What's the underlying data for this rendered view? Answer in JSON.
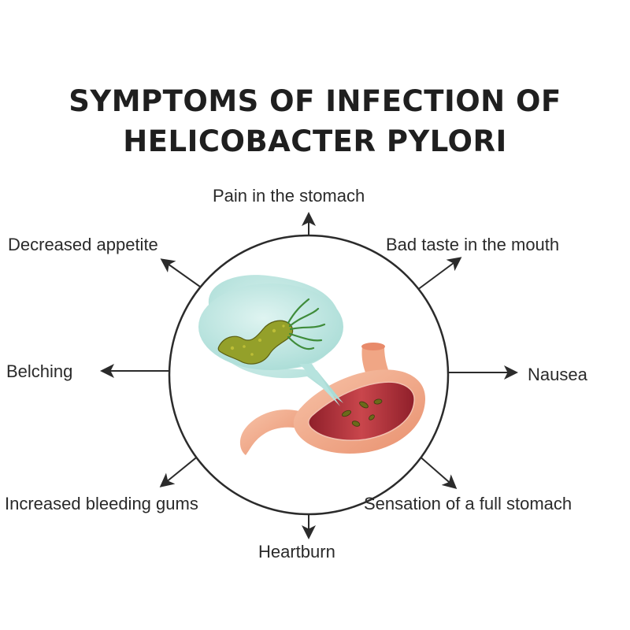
{
  "title": {
    "line1": "SYMPTOMS OF INFECTION OF",
    "line2": "HELICOBACTER PYLORI"
  },
  "symptoms": {
    "top": "Pain in the stomach",
    "top_left": "Decreased appetite",
    "top_right": "Bad taste in the mouth",
    "left": "Belching",
    "right": "Nausea",
    "bottom_left": "Increased bleeding gums",
    "bottom_right": "Sensation of a full stomach",
    "bottom": "Heartburn"
  },
  "colors": {
    "arrow": "#2b2b2b",
    "bubble": "#bfe8e4",
    "bacterium": "#8a9a1c",
    "stomach_outer": "#f3b596",
    "stomach_inner": "#b8323a"
  }
}
